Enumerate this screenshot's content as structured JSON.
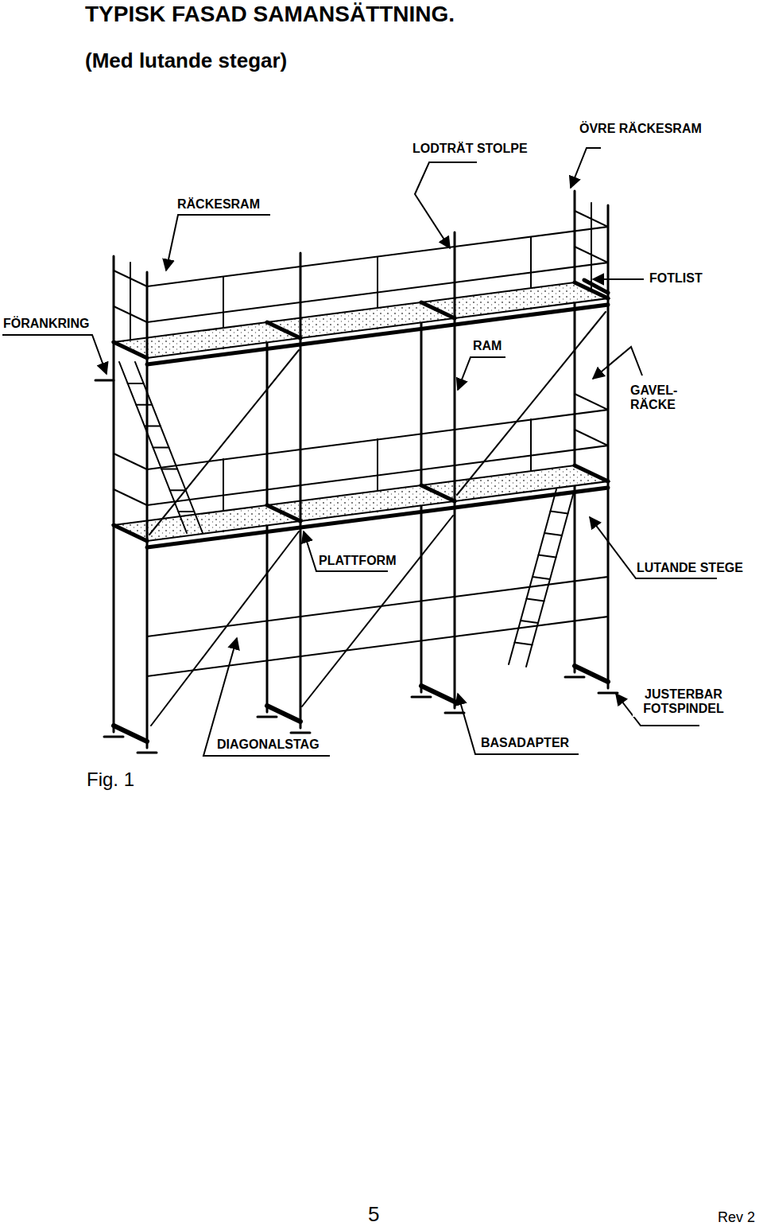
{
  "diagram": {
    "title": "TYPISK FASAD SAMANSÄTTNING.",
    "caption": "Fig. 1",
    "labels": [
      "(Med lutande stegar)",
      "LODTRÄT STOLPE",
      "ÖVRE RÄCKESRAM",
      "RÄCKESRAM",
      "FOTLIST",
      "FÖRANKRING",
      "RAM",
      "GAVEL- RÄCKE",
      "PLATTFORM",
      "LUTANDE STEGE",
      "JUSTERBAR FOTSPINDEL",
      "DIAGONALSTAG",
      "BASADAPTER",
      "5",
      "Rev 2"
    ]
  }
}
